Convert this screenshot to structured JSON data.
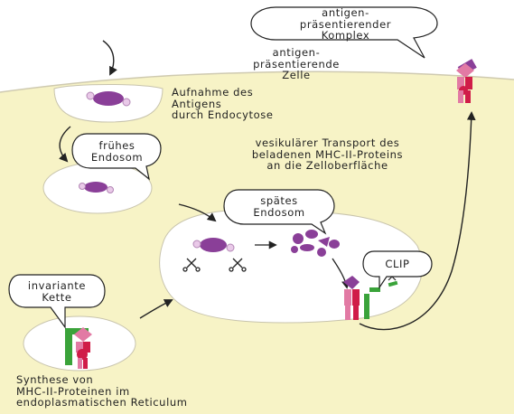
{
  "labels": {
    "complex": [
      "antigen-",
      "präsentierender",
      "Komplex"
    ],
    "cell": [
      "antigen-",
      "präsentierende",
      "Zelle"
    ],
    "uptake": [
      "Aufnahme des",
      "Antigens",
      "durch Endocytose"
    ],
    "early_endosome": [
      "frühes",
      "Endosom"
    ],
    "transport": [
      "vesikulärer Transport des",
      "beladenen MHC-II-Proteins",
      "an die Zelloberfläche"
    ],
    "late_endosome": [
      "spätes",
      "Endosom"
    ],
    "clip": "CLIP",
    "invariant_chain": [
      "invariante",
      "Kette"
    ],
    "synthesis": [
      "Synthese von",
      "MHC-II-Proteinen im",
      "endoplasmatischen Reticulum"
    ]
  },
  "colors": {
    "cytoplasm": "#f7f3c6",
    "vesicle": "#ffffff",
    "outline": "#b9b6a5",
    "antigen": "#8a3f98",
    "mhc_red": "#d01c48",
    "mhc_pink": "#e27aa4",
    "invariant_green": "#3aa33a",
    "arrow": "#222222"
  }
}
